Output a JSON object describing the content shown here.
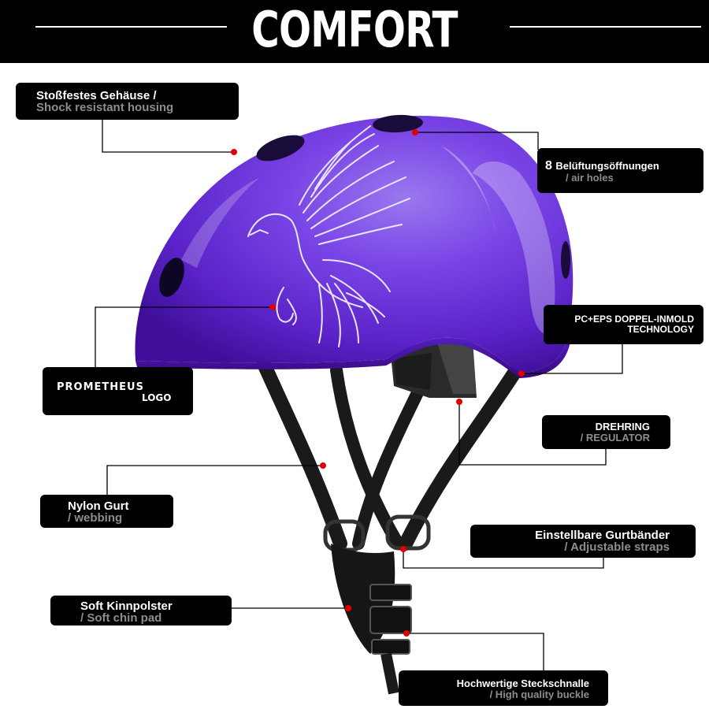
{
  "header": {
    "title": "COMFORT"
  },
  "labels": {
    "housing": {
      "de": "Stoßfestes Gehäuse /",
      "en": "Shock resistant housing"
    },
    "vents": {
      "count": "8",
      "de": "Belüftungsöffnungen",
      "en": "/ air holes"
    },
    "tech": {
      "line1": "PC+EPS DOPPEL-INMOLD",
      "line2": "TECHNOLOGY"
    },
    "logo": {
      "line1": "PROMETHEUS",
      "line2": "LOGO"
    },
    "regulator": {
      "de": "DREHRING",
      "en": "/ REGULATOR"
    },
    "webbing": {
      "de": "Nylon Gurt",
      "en": "/ webbing"
    },
    "straps": {
      "de": "Einstellbare Gurtbänder",
      "en": "/ Adjustable straps"
    },
    "chinpad": {
      "de": "Soft Kinnpolster",
      "en": "/ Soft chin pad"
    },
    "buckle": {
      "de": "Hochwertige Steckschnalle",
      "en": "/ High quality buckle"
    }
  },
  "colors": {
    "helmet": "#6a2fd6",
    "callout_dot": "#e00000",
    "label_bg": "#000000",
    "label_secondary_text": "#8d8d8d"
  }
}
